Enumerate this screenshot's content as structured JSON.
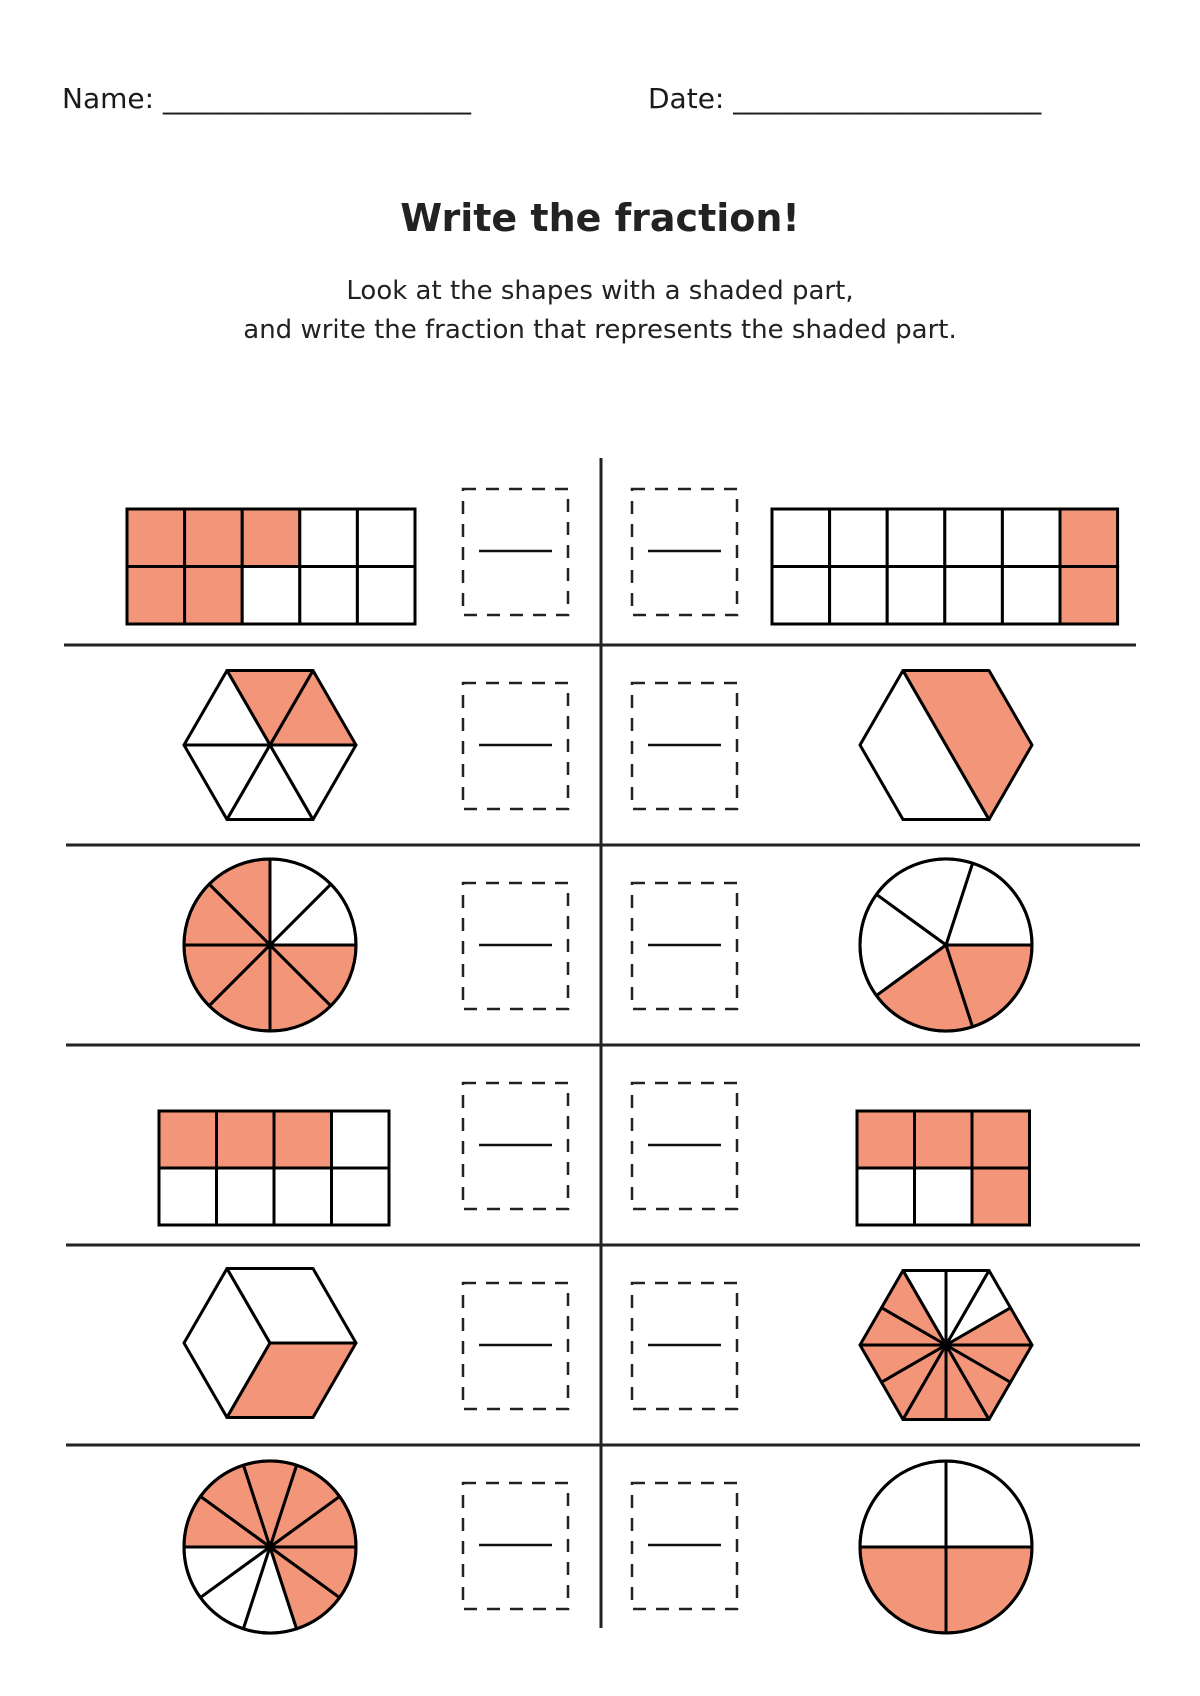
{
  "header": {
    "name_label": "Name: ______________________",
    "date_label": "Date: ______________________"
  },
  "title": "Write the fraction!",
  "instructions": {
    "line1": "Look at the shapes with a shaded part,",
    "line2": "and write the fraction that represents the shaded part."
  },
  "colors": {
    "shade": "#F29578",
    "stroke": "#000000",
    "background": "#FFFFFF"
  },
  "problems": [
    {
      "row": 1,
      "side": "left",
      "shape": "rectangle-grid",
      "rows": 2,
      "cols": 5,
      "shaded_parts": 5,
      "total_parts": 10,
      "answer": ""
    },
    {
      "row": 1,
      "side": "right",
      "shape": "rectangle-grid",
      "rows": 2,
      "cols": 6,
      "shaded_parts": 2,
      "total_parts": 12,
      "answer": ""
    },
    {
      "row": 2,
      "side": "left",
      "shape": "hexagon-triangles",
      "shaded_parts": 2,
      "total_parts": 6,
      "answer": ""
    },
    {
      "row": 2,
      "side": "right",
      "shape": "hexagon-halves",
      "shaded_parts": 1,
      "total_parts": 2,
      "answer": ""
    },
    {
      "row": 3,
      "side": "left",
      "shape": "circle-sectors",
      "shaded_parts": 6,
      "total_parts": 8,
      "answer": ""
    },
    {
      "row": 3,
      "side": "right",
      "shape": "circle-sectors",
      "shaded_parts": 2,
      "total_parts": 5,
      "answer": ""
    },
    {
      "row": 4,
      "side": "left",
      "shape": "rectangle-grid",
      "rows": 2,
      "cols": 4,
      "shaded_parts": 3,
      "total_parts": 8,
      "answer": ""
    },
    {
      "row": 4,
      "side": "right",
      "shape": "rectangle-grid",
      "rows": 2,
      "cols": 3,
      "shaded_parts": 4,
      "total_parts": 6,
      "answer": ""
    },
    {
      "row": 5,
      "side": "left",
      "shape": "hexagon-rhombi",
      "shaded_parts": 1,
      "total_parts": 3,
      "answer": ""
    },
    {
      "row": 5,
      "side": "right",
      "shape": "hexagon-12-triangles",
      "shaded_parts": 9,
      "total_parts": 12,
      "answer": ""
    },
    {
      "row": 6,
      "side": "left",
      "shape": "circle-sectors",
      "shaded_parts": 7,
      "total_parts": 10,
      "answer": ""
    },
    {
      "row": 6,
      "side": "right",
      "shape": "circle-sectors",
      "shaded_parts": 2,
      "total_parts": 4,
      "answer": ""
    }
  ]
}
